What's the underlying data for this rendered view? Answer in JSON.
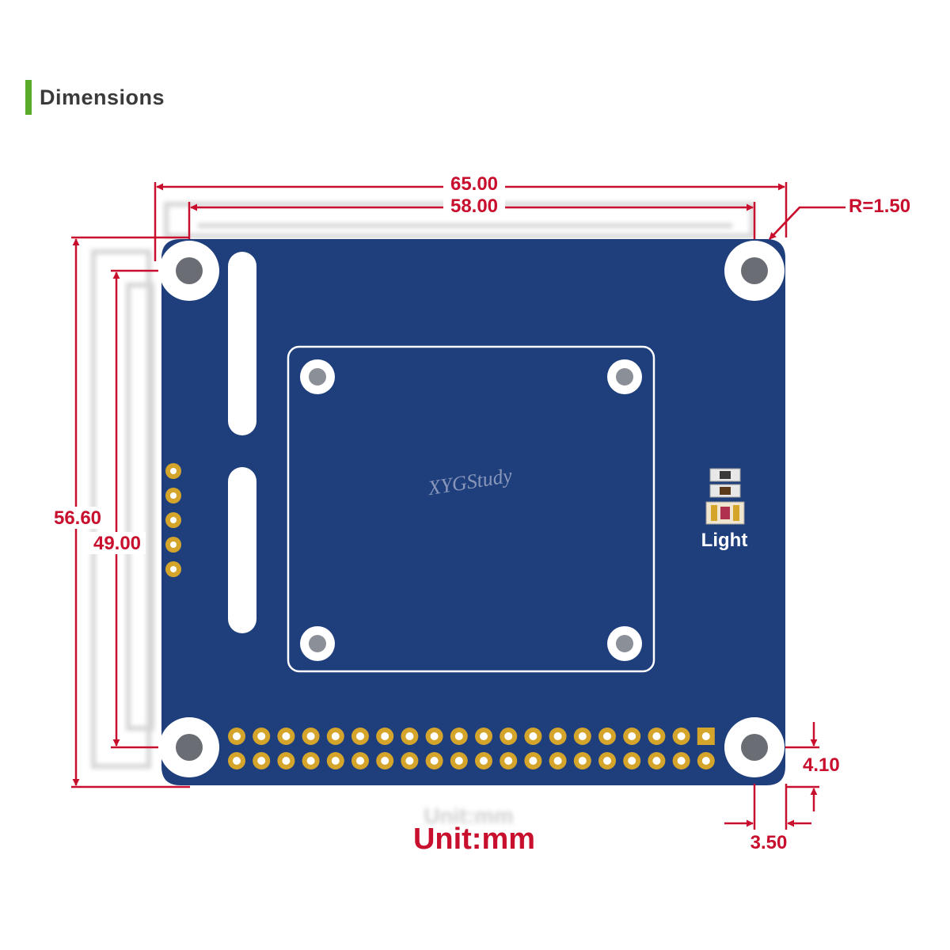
{
  "section": {
    "title": "Dimensions",
    "accent_color": "#5aab2a"
  },
  "dimensions": {
    "width_overall": "65.00",
    "width_holes": "58.00",
    "corner_radius": "R=1.50",
    "height_overall": "56.60",
    "height_holes": "49.00",
    "hole_offset_y": "4.10",
    "hole_offset_x": "3.50"
  },
  "board": {
    "watermark": "XYGStudy",
    "sensor_label": "Light",
    "header_pins_per_row": 20,
    "side_pads": 5
  },
  "unit_label": "Unit:mm",
  "colors": {
    "dimension": "#c8102e",
    "board": "#1f3e7c",
    "board_dark": "#17306a",
    "pad_gold": "#d4a52a",
    "silkscreen": "#ffffff"
  }
}
